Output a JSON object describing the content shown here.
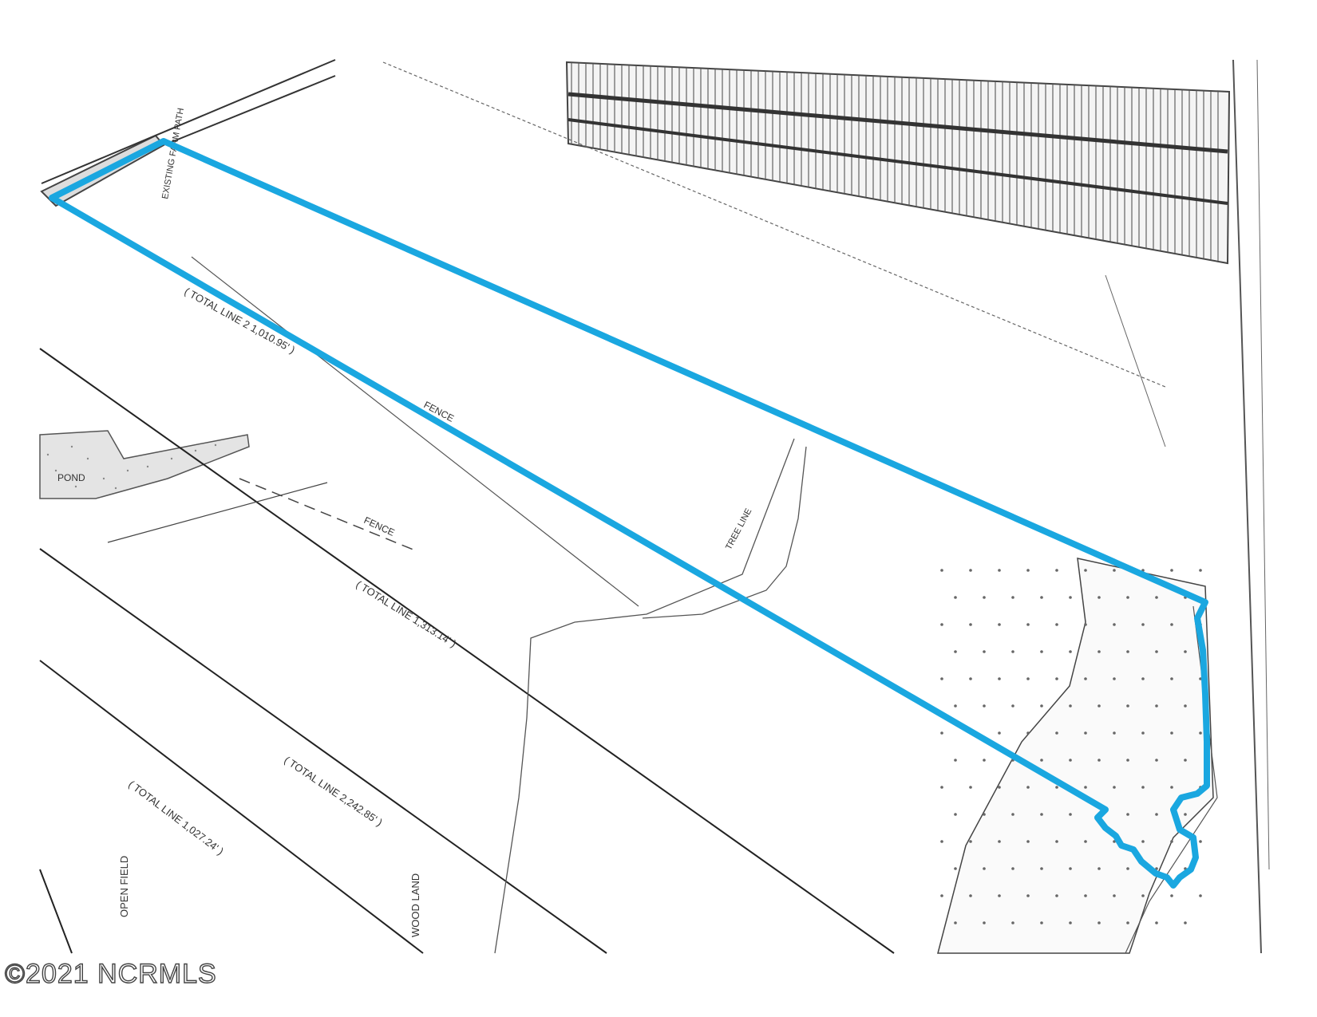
{
  "map": {
    "labels": {
      "pond": "POND",
      "open_field": "OPEN FIELD",
      "wood_land": "WOOD LAND",
      "total_line_1": "( TOTAL LINE 2 1,010.95' )",
      "total_line_2": "( TOTAL LINE 1,313.14' )",
      "total_line_3": "( TOTAL LINE 2,242.85' )",
      "total_line_4": "( TOTAL LINE 1,027.24' )",
      "existing_farm_path": "EXISTING FARM PATH",
      "fence_1": "FENCE",
      "fence_2": "FENCE",
      "tree_line": "TREE LINE"
    },
    "colors": {
      "parcel_outline": "#1aa7e0",
      "linework": "#3a3a3a",
      "background": "#ffffff"
    }
  },
  "watermark": {
    "text": "©2021 NCRMLS"
  }
}
